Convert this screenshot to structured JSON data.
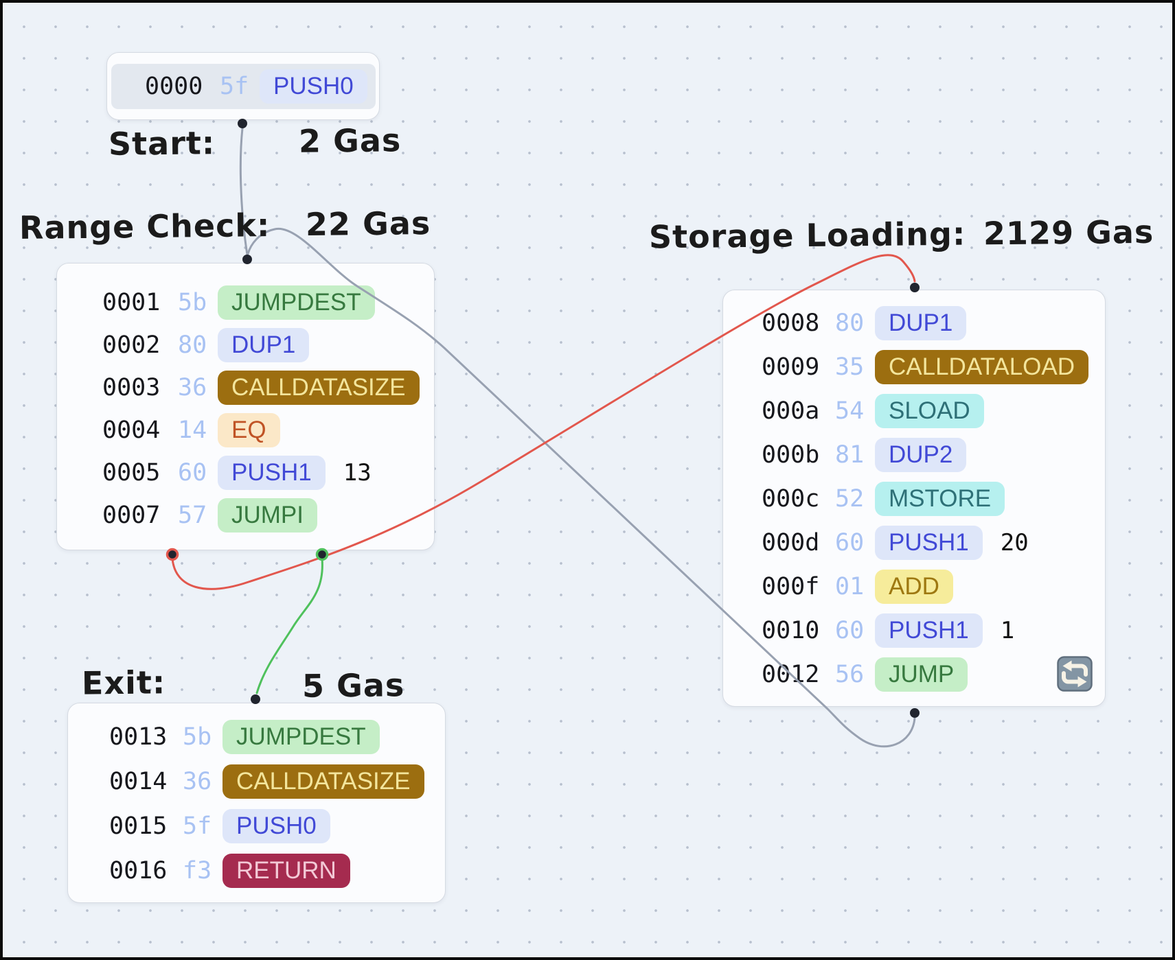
{
  "canvas": {
    "background": "#edf2f8",
    "grid_dot_color": "#b7c0ce"
  },
  "annotations": {
    "start": {
      "label": "Start:",
      "gas": "2 Gas"
    },
    "range": {
      "label": "Range Check:",
      "gas": "22 Gas"
    },
    "storage": {
      "label": "Storage Loading:",
      "gas": "2129 Gas"
    },
    "exit": {
      "label": "Exit:",
      "gas": "5 Gas"
    }
  },
  "blocks": {
    "start": {
      "name": "Start",
      "rows": [
        {
          "addr": "0000",
          "byte": "5f",
          "op": "PUSH0"
        }
      ]
    },
    "range_check": {
      "name": "Range Check",
      "rows": [
        {
          "addr": "0001",
          "byte": "5b",
          "op": "JUMPDEST"
        },
        {
          "addr": "0002",
          "byte": "80",
          "op": "DUP1"
        },
        {
          "addr": "0003",
          "byte": "36",
          "op": "CALLDATASIZE"
        },
        {
          "addr": "0004",
          "byte": "14",
          "op": "EQ"
        },
        {
          "addr": "0005",
          "byte": "60",
          "op": "PUSH1",
          "operand": "13"
        },
        {
          "addr": "0007",
          "byte": "57",
          "op": "JUMPI"
        }
      ]
    },
    "storage_loading": {
      "name": "Storage Loading",
      "rows": [
        {
          "addr": "0008",
          "byte": "80",
          "op": "DUP1"
        },
        {
          "addr": "0009",
          "byte": "35",
          "op": "CALLDATALOAD"
        },
        {
          "addr": "000a",
          "byte": "54",
          "op": "SLOAD"
        },
        {
          "addr": "000b",
          "byte": "81",
          "op": "DUP2"
        },
        {
          "addr": "000c",
          "byte": "52",
          "op": "MSTORE"
        },
        {
          "addr": "000d",
          "byte": "60",
          "op": "PUSH1",
          "operand": "20"
        },
        {
          "addr": "000f",
          "byte": "01",
          "op": "ADD"
        },
        {
          "addr": "0010",
          "byte": "60",
          "op": "PUSH1",
          "operand": "1"
        },
        {
          "addr": "0012",
          "byte": "56",
          "op": "JUMP"
        }
      ]
    },
    "exit": {
      "name": "Exit",
      "rows": [
        {
          "addr": "0013",
          "byte": "5b",
          "op": "JUMPDEST"
        },
        {
          "addr": "0014",
          "byte": "36",
          "op": "CALLDATASIZE"
        },
        {
          "addr": "0015",
          "byte": "5f",
          "op": "PUSH0"
        },
        {
          "addr": "0016",
          "byte": "f3",
          "op": "RETURN"
        }
      ]
    }
  },
  "edges": [
    {
      "name": "start-to-range-check",
      "color": "#98a1b1"
    },
    {
      "name": "storage-loading-loop-back-to-range-check",
      "color": "#98a1b1"
    },
    {
      "name": "range-check-fallthrough-to-storage",
      "color": "#e2574d"
    },
    {
      "name": "range-check-jump-taken-to-exit",
      "color": "#4fc15c"
    }
  ],
  "icons": {
    "loop": "repeat-icon"
  },
  "colors": {
    "opcode_jump_bg": "#c5eec7",
    "opcode_jump_text": "#37793f",
    "opcode_stack_bg": "#dee6f9",
    "opcode_stack_text": "#4149d6",
    "opcode_calldata_bg": "#9c6e10",
    "opcode_calldata_text": "#f3e59c",
    "opcode_eq_bg": "#fbe8c8",
    "opcode_eq_text": "#c05325",
    "opcode_storage_bg": "#b6f0ef",
    "opcode_storage_text": "#2e7077",
    "opcode_add_bg": "#f6ec9b",
    "opcode_add_text": "#9e7811",
    "opcode_return_bg": "#a52b4f",
    "opcode_return_text": "#f3c9d6",
    "byte_text": "#a8c2f3",
    "edge_red": "#e2574d",
    "edge_green": "#4fc15c",
    "edge_gray": "#98a1b1"
  }
}
